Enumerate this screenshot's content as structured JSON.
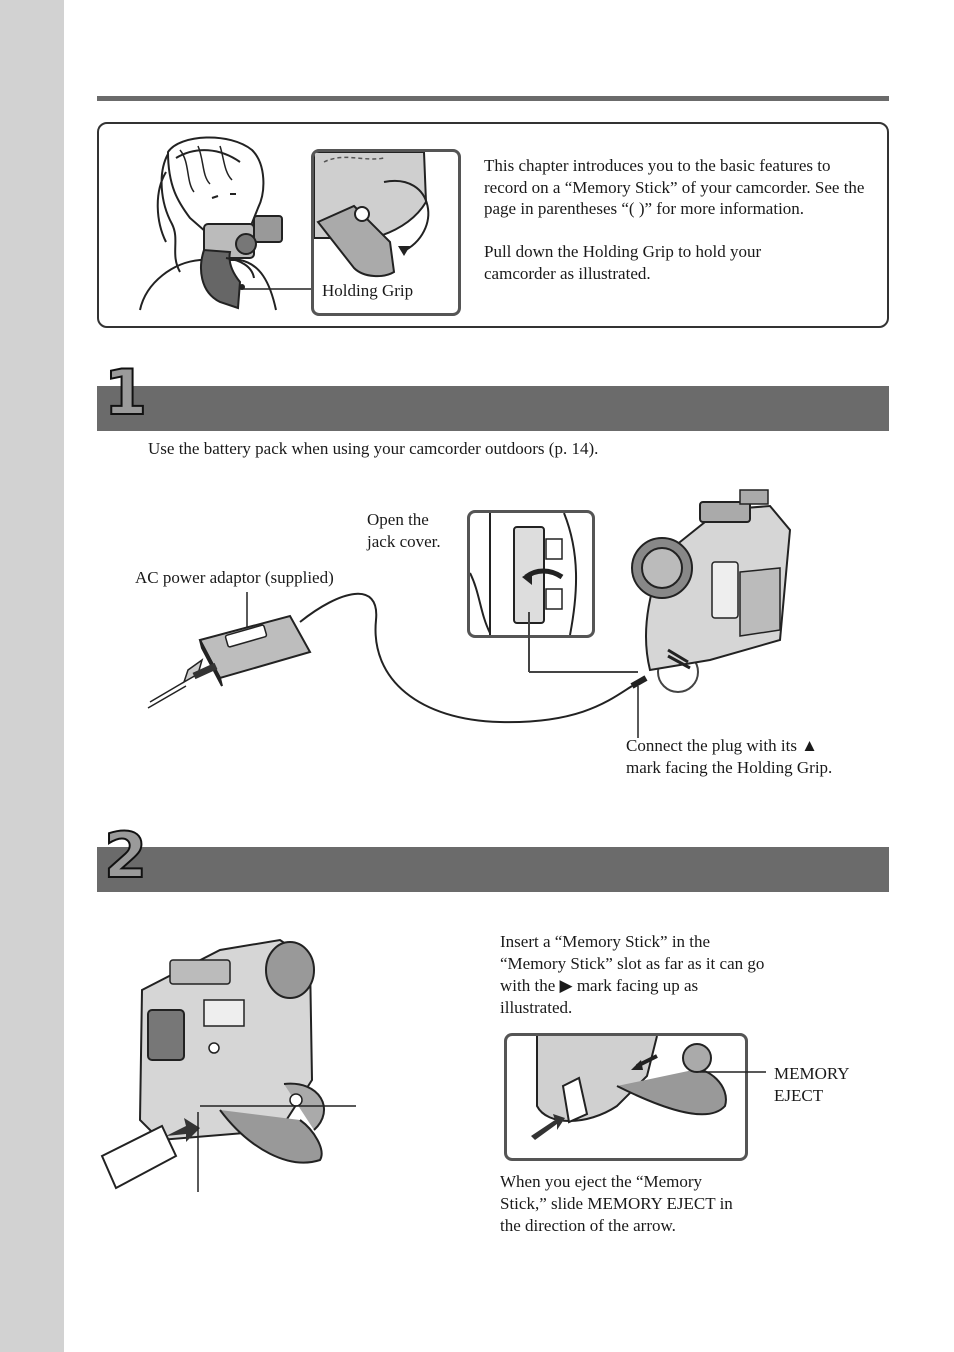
{
  "intro": {
    "paragraph1": "This chapter introduces you to the basic features to record on a “Memory Stick” of your camcorder. See the page in parentheses “( )” for more information.",
    "paragraph2": "Pull down the Holding Grip to hold your camcorder as illustrated.",
    "holding_grip_label": "Holding Grip"
  },
  "step1": {
    "number": "1",
    "note": "Use the battery pack when using your camcorder outdoors (p. 14).",
    "open_jack_label_line1": "Open the",
    "open_jack_label_line2": "jack cover.",
    "ac_adaptor_label": "AC power adaptor (supplied)",
    "connect_label_line1": "Connect the plug with its ▲",
    "connect_label_line2": "mark facing the Holding Grip."
  },
  "step2": {
    "number": "2",
    "insert_text_line1": "Insert a “Memory Stick” in the",
    "insert_text_line2": "“Memory Stick” slot as far as it can go",
    "insert_text_line3": "with the ▶ mark facing up as",
    "insert_text_line4": "illustrated.",
    "memory_eject_line1": "MEMORY",
    "memory_eject_line2": "EJECT",
    "eject_text_line1": "When you eject the “Memory",
    "eject_text_line2": "Stick,” slide MEMORY EJECT in",
    "eject_text_line3": "the direction of the arrow."
  },
  "colors": {
    "sidebar": "#d2d2d2",
    "bar": "#6b6b6b",
    "step_number_fill": "#9a9a9a"
  }
}
